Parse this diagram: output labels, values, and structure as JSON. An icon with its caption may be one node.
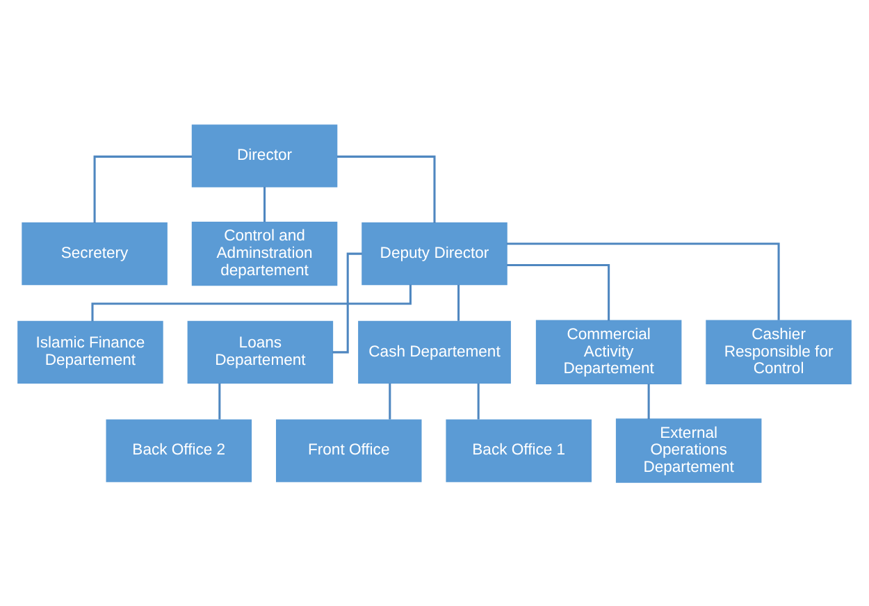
{
  "diagram": {
    "nodes": [
      {
        "text": [
          "Director"
        ]
      },
      {
        "text": [
          "Secretery"
        ]
      },
      {
        "text": [
          "Control and Adminstration departement"
        ]
      },
      {
        "text": [
          "Deputy Director"
        ]
      },
      {
        "text": [
          "Islamic Finance Departement"
        ]
      },
      {
        "text": [
          "Loans Departement"
        ]
      },
      {
        "text": [
          "Cash Departement"
        ]
      },
      {
        "text": [
          "Commercial Activity Departement"
        ]
      },
      {
        "text": [
          "Cashier Responsible for Control"
        ]
      },
      {
        "text": [
          "Back Office 2"
        ]
      },
      {
        "text": [
          "Front Office"
        ]
      },
      {
        "text": [
          "External Operations Departement"
        ]
      },
      {
        "text": [
          "Back Office 1"
        ]
      }
    ],
    "edges": [
      {
        "from": 0,
        "to": 1,
        "arrow": "none"
      },
      {
        "from": 0,
        "to": 2,
        "arrow": "none"
      },
      {
        "from": 0,
        "to": 3,
        "arrow": "none"
      },
      {
        "from": 3,
        "to": 4,
        "arrow": "none"
      },
      {
        "from": 3,
        "to": 5,
        "arrow": "none"
      },
      {
        "from": 3,
        "to": 6,
        "arrow": "none"
      },
      {
        "from": 3,
        "to": 7,
        "arrow": "none"
      },
      {
        "from": 3,
        "to": 8,
        "arrow": "none"
      },
      {
        "from": 5,
        "to": 9,
        "arrow": "none"
      },
      {
        "from": 6,
        "to": 10,
        "arrow": "none"
      },
      {
        "from": 6,
        "to": 12,
        "arrow": "none"
      },
      {
        "from": 7,
        "to": 11,
        "arrow": "none"
      }
    ]
  }
}
